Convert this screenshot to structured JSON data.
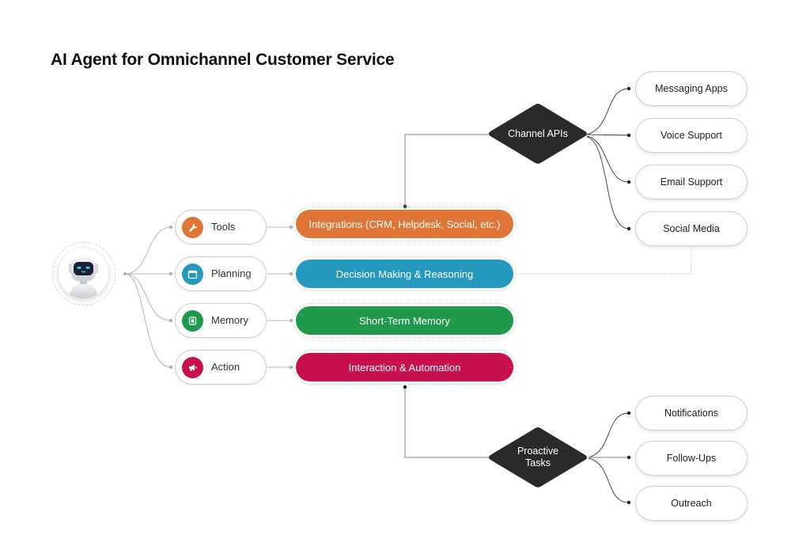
{
  "title": "AI Agent for Omnichannel Customer Service",
  "center": {
    "icon": "robot-icon"
  },
  "categories": [
    {
      "label": "Tools",
      "icon": "wrench-icon",
      "color": "#E07538"
    },
    {
      "label": "Planning",
      "icon": "calendar-icon",
      "color": "#2498BD"
    },
    {
      "label": "Memory",
      "icon": "chip-icon",
      "color": "#1F9A4B"
    },
    {
      "label": "Action",
      "icon": "megaphone-icon",
      "color": "#C8104F"
    }
  ],
  "capabilities": [
    {
      "label": "Integrations (CRM, Helpdesk, Social, etc.)",
      "color": "#E07538"
    },
    {
      "label": "Decision Making & Reasoning",
      "color": "#2498BD"
    },
    {
      "label": "Short-Term Memory",
      "color": "#1F9A4B"
    },
    {
      "label": "Interaction & Automation",
      "color": "#C8104F"
    }
  ],
  "hubs": {
    "channel_apis": {
      "label": "Channel APIs",
      "leaves": [
        "Messaging Apps",
        "Voice Support",
        "Email Support",
        "Social Media"
      ]
    },
    "proactive_tasks": {
      "label_line1": "Proactive",
      "label_line2": "Tasks",
      "leaves": [
        "Notifications",
        "Follow-Ups",
        "Outreach"
      ]
    }
  },
  "colors": {
    "diamond": "#2A2A2A",
    "connector": "#B5B5B5",
    "connector_dark": "#3A3A3A"
  }
}
